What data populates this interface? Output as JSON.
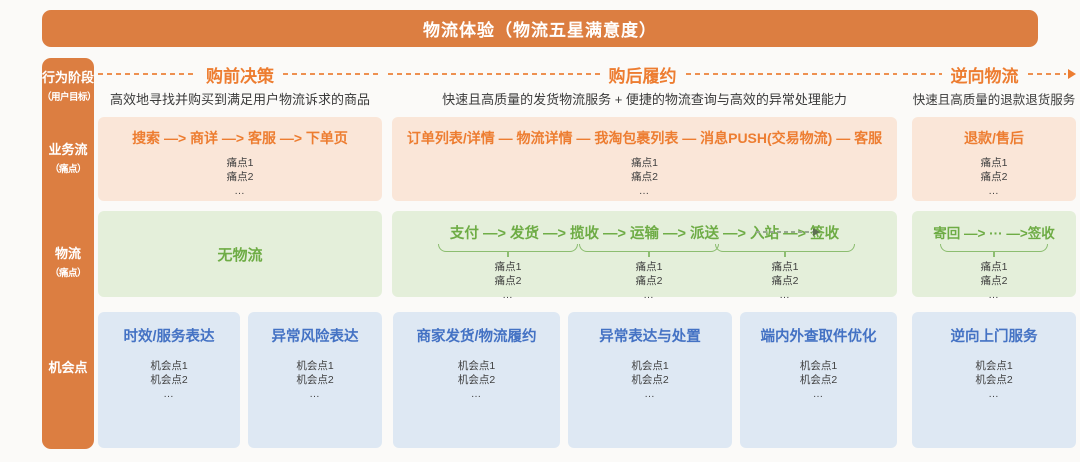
{
  "colors": {
    "orange_fill": "#DC7E41",
    "orange_text": "#ED7D31",
    "peach_fill": "#FAE6D8",
    "green_fill": "#E4EFDA",
    "green_text": "#6EAC45",
    "blue_fill": "#DEE8F3",
    "blue_text": "#4472C4",
    "pain_text": "#404040"
  },
  "header": {
    "title": "物流体验（物流五星满意度）"
  },
  "sidebar": {
    "rows": [
      {
        "label": "行为阶段",
        "sublabel": "（用户目标）"
      },
      {
        "label": "业务流",
        "sublabel": "（痛点）"
      },
      {
        "label": "物流",
        "sublabel": "（痛点）"
      },
      {
        "label": "机会点",
        "sublabel": ""
      }
    ]
  },
  "stages": [
    {
      "title": "购前决策",
      "goal": "高效地寻找并购买到满足用户物流诉求的商品"
    },
    {
      "title": "购后履约",
      "goal": "快速且高质量的发货物流服务 + 便捷的物流查询与高效的异常处理能力"
    },
    {
      "title": "逆向物流",
      "goal": "快速且高质量的退款退货服务"
    }
  ],
  "business_flow": {
    "boxes": [
      {
        "flow": "搜索 —> 商详 —> 客服 —> 下单页",
        "pains": [
          "痛点1",
          "痛点2",
          "…"
        ]
      },
      {
        "flow": "订单列表/详情 — 物流详情 — 我淘包裹列表 — 消息PUSH(交易物流) — 客服",
        "pains": [
          "痛点1",
          "痛点2",
          "…"
        ]
      },
      {
        "flow": "退款/售后",
        "pains": [
          "痛点1",
          "痛点2",
          "…"
        ]
      }
    ]
  },
  "logistics": {
    "no_logistics": "无物流",
    "forward_flow": "支付 —> 发货 —> 揽收 —> 运输 —> 派送 —> 入站 —> 签收",
    "pain_groups": [
      [
        "痛点1",
        "痛点2",
        "…"
      ],
      [
        "痛点1",
        "痛点2",
        "…"
      ],
      [
        "痛点1",
        "痛点2",
        "…"
      ]
    ],
    "return_flow": "寄回 —> ··· —>签收",
    "return_pains": [
      "痛点1",
      "痛点2",
      "…"
    ]
  },
  "opportunities": [
    {
      "title": "时效/服务表达",
      "items": [
        "机会点1",
        "机会点2",
        "…"
      ]
    },
    {
      "title": "异常风险表达",
      "items": [
        "机会点1",
        "机会点2",
        "…"
      ]
    },
    {
      "title": "商家发货/物流履约",
      "items": [
        "机会点1",
        "机会点2",
        "…"
      ]
    },
    {
      "title": "异常表达与处置",
      "items": [
        "机会点1",
        "机会点2",
        "…"
      ]
    },
    {
      "title": "端内外查取件优化",
      "items": [
        "机会点1",
        "机会点2",
        "…"
      ]
    },
    {
      "title": "逆向上门服务",
      "items": [
        "机会点1",
        "机会点2",
        "…"
      ]
    }
  ]
}
